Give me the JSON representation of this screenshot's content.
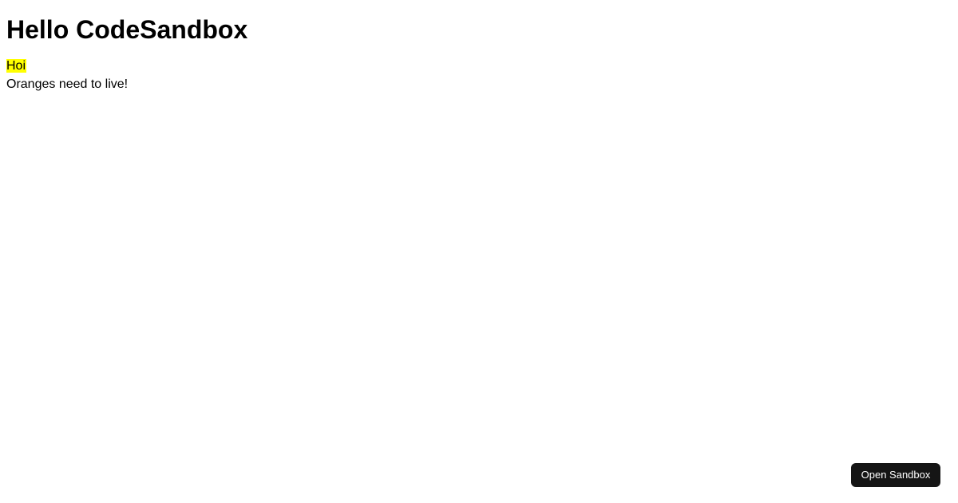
{
  "document": {
    "background_color": "#ffffff",
    "text_color": "#000000"
  },
  "main": {
    "heading": "Hello CodeSandbox",
    "greeting_highlighted": "Hoi",
    "highlight_color": "#ffff00",
    "message": "Oranges need to live!"
  },
  "overlay": {
    "open_sandbox_label": "Open Sandbox",
    "button_background_color": "#151515",
    "button_text_color": "#ffffff"
  }
}
